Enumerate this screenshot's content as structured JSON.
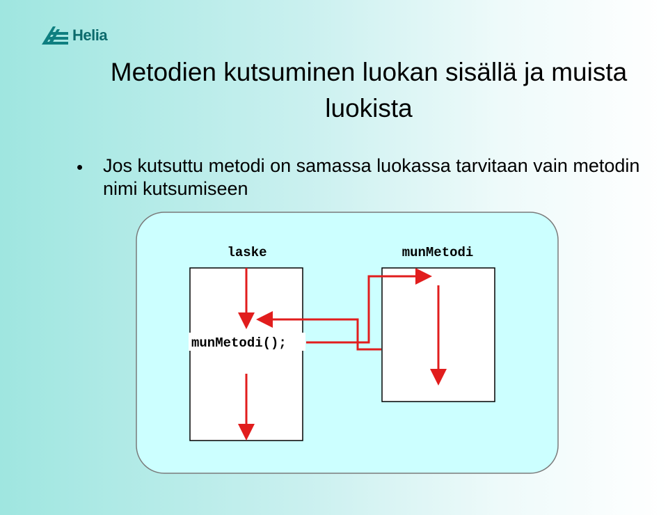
{
  "logo": {
    "text": "Helia",
    "icon": "helia-logo-icon"
  },
  "title": "Metodien kutsuminen luokan sisällä ja muista luokista",
  "bullet": "Jos kutsuttu metodi on samassa luokassa tarvitaan vain metodin nimi kutsumiseen",
  "diagram": {
    "left_method": "laske",
    "right_method": "munMetodi",
    "call_statement": "munMetodi();",
    "arrow_color": "#e11d1d",
    "container_color": "#ccffff"
  }
}
